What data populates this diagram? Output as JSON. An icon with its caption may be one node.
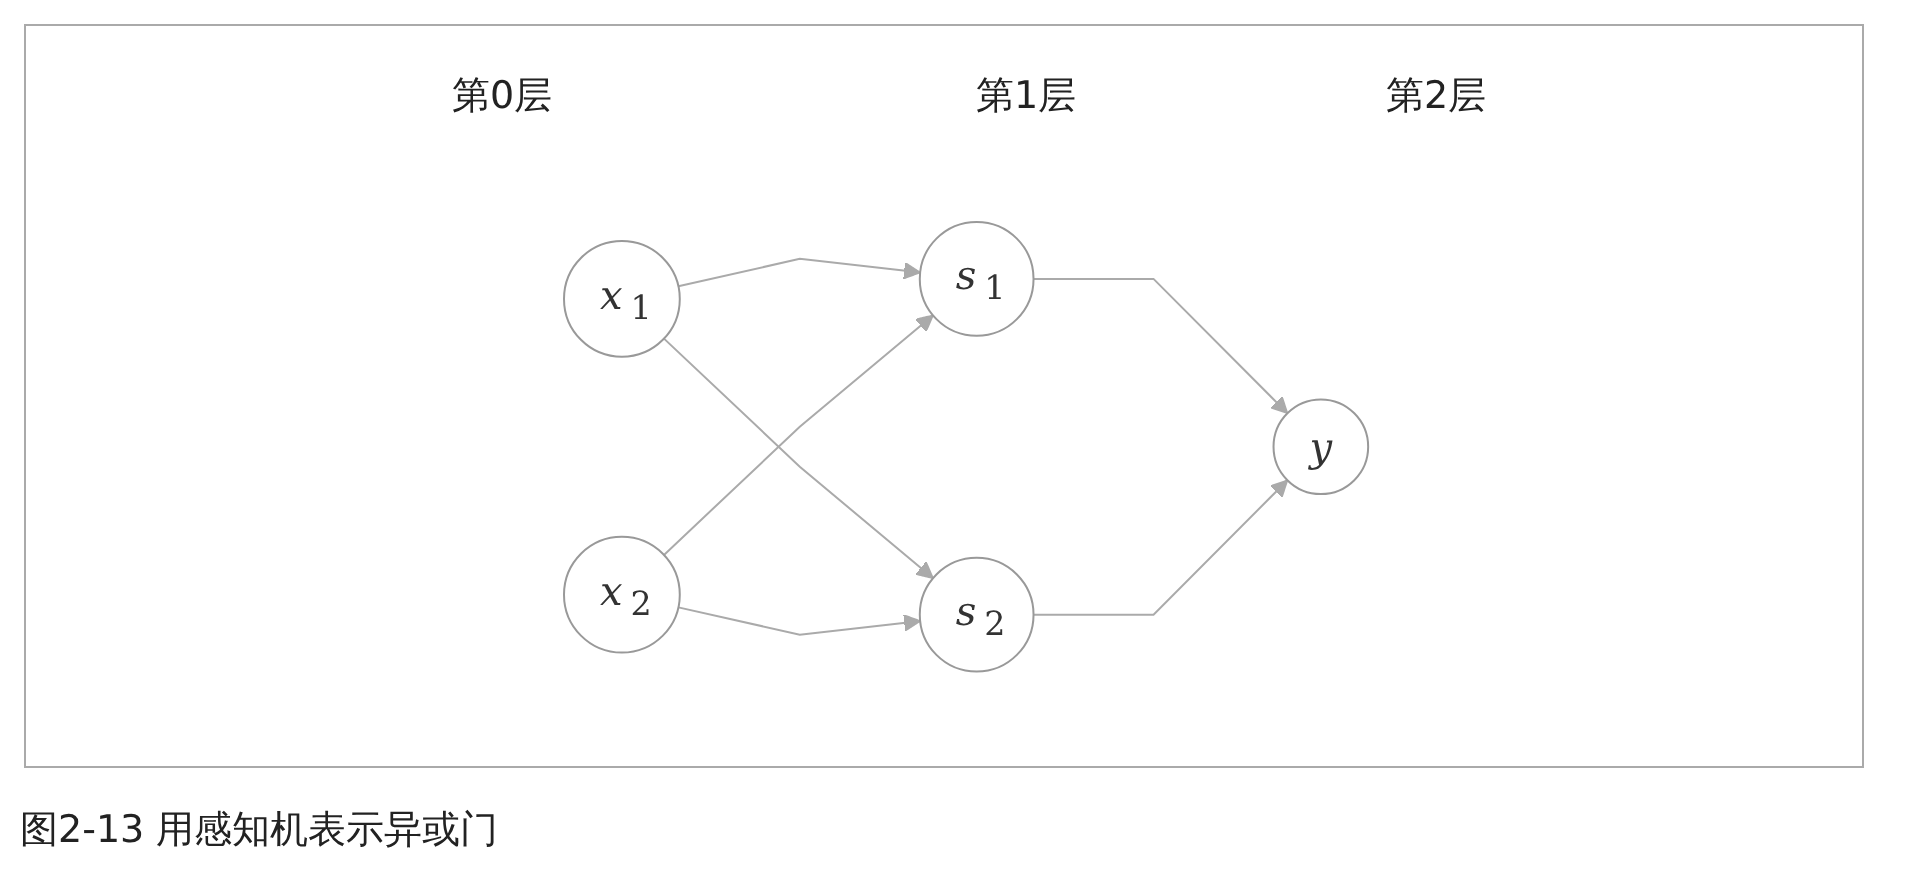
{
  "diagram": {
    "caption": "图2-13 用感知机表示异或门",
    "nodes": [
      {
        "text": [
          "*x*$_{1}$"
        ]
      },
      {
        "text": [
          "*x*$_{2}$"
        ]
      },
      {
        "text": [
          "*s*$_{1}$"
        ]
      },
      {
        "text": [
          "*s*$_{2}$"
        ]
      },
      {
        "text": [
          "*y*"
        ]
      }
    ],
    "edges": [
      {
        "from": 0,
        "to": 2,
        "arrow": "to"
      },
      {
        "from": 0,
        "to": 3,
        "arrow": "to"
      },
      {
        "from": 1,
        "to": 2,
        "arrow": "to"
      },
      {
        "from": 1,
        "to": 3,
        "arrow": "to"
      },
      {
        "from": 2,
        "to": 4,
        "arrow": "to"
      },
      {
        "from": 3,
        "to": 4,
        "arrow": "to"
      }
    ],
    "labels": [
      "第0层",
      "第1层",
      "第2层"
    ]
  }
}
